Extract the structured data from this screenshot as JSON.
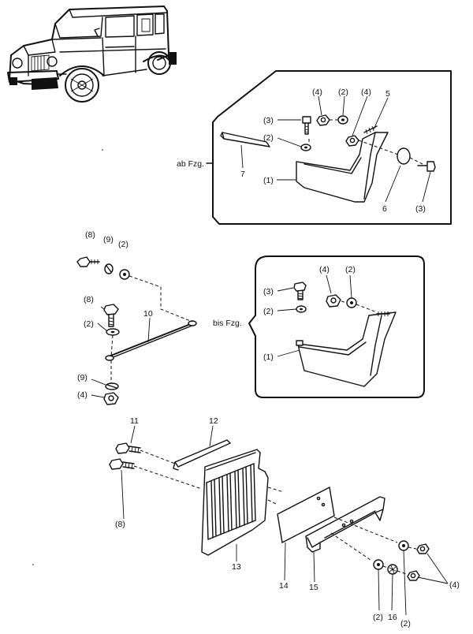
{
  "notes": {
    "ab_fzg": "ab Fzg.",
    "bis_fzg": "bis Fzg."
  },
  "callouts": {
    "top": {
      "c4a": "(4)",
      "c2a": "(2)",
      "c4b": "(4)",
      "c5": "5",
      "c3a": "(3)",
      "c2b": "(2)",
      "c7": "7",
      "c1": "(1)",
      "c6": "6",
      "c3b": "(3)"
    },
    "left": {
      "c8a": "(8)",
      "c9a": "(9)",
      "c2a": "(2)",
      "c8b": "(8)",
      "c10": "10",
      "c2b": "(2)",
      "c9b": "(9)",
      "c4": "(4)"
    },
    "mid": {
      "c4": "(4)",
      "c2a": "(2)",
      "c3": "(3)",
      "c2b": "(2)",
      "c1": "(1)"
    },
    "bottom": {
      "c11": "11",
      "c12": "12",
      "c8": "(8)",
      "c13": "13",
      "c14": "14",
      "c15": "15",
      "c2a": "(2)",
      "c16": "16",
      "c2b": "(2)",
      "c4": "(4)"
    }
  }
}
